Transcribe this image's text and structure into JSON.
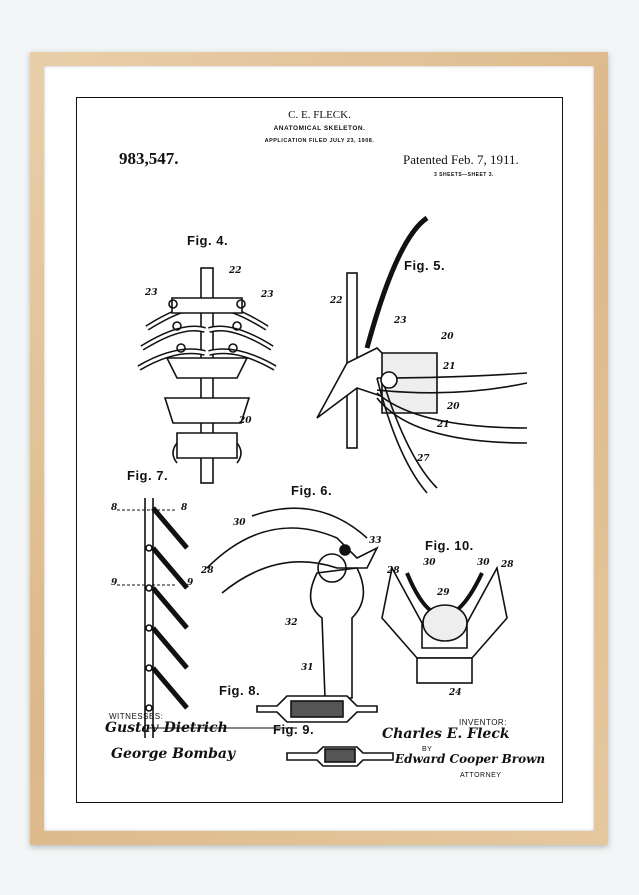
{
  "patent": {
    "inventor_header": "C. E. FLECK.",
    "title": "ANATOMICAL SKELETON.",
    "application": "APPLICATION FILED JULY 23, 1908.",
    "number": "983,547.",
    "patented": "Patented Feb. 7, 1911.",
    "sheets": "3 SHEETS—SHEET 3."
  },
  "figures": [
    "Fig. 4.",
    "Fig. 5.",
    "Fig. 6.",
    "Fig. 7.",
    "Fig. 8.",
    "Fig. 9.",
    "Fig. 10."
  ],
  "reference_numbers": [
    "22",
    "23",
    "23",
    "20",
    "22",
    "23",
    "20",
    "21",
    "20",
    "21",
    "27",
    "8",
    "8",
    "9",
    "9",
    "30",
    "33",
    "28",
    "32",
    "31",
    "30",
    "30",
    "28",
    "29",
    "28",
    "24"
  ],
  "signatures": {
    "witnesses_label": "WITNESSES:",
    "witness_1": "Gustav Dietrich",
    "witness_2": "George Bombay",
    "inventor_label": "INVENTOR:",
    "inventor": "Charles E. Fleck",
    "by_label": "BY",
    "attorney": "Edward Cooper Brown",
    "attorney_label": "ATTORNEY"
  },
  "colors": {
    "background": "#f3f6f6",
    "frame": "#dcb88a",
    "mat": "#ffffff",
    "ink": "#111111"
  }
}
